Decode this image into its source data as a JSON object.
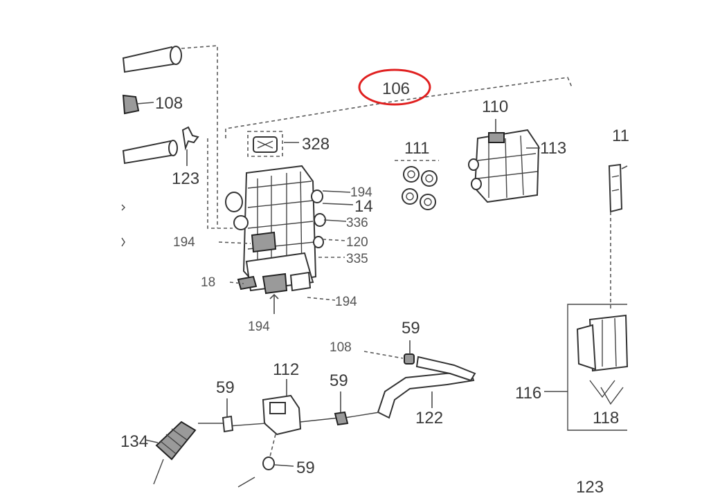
{
  "diagram": {
    "highlight_color": "#e02020",
    "ink_color": "#333333",
    "highlighted_label_index": 0,
    "labels": [
      "106",
      "108",
      "123",
      "328",
      "111",
      "110",
      "113",
      "14",
      "336",
      "120",
      "335",
      "194",
      "194",
      "18",
      "194",
      "194",
      "59",
      "108",
      "112",
      "59",
      "59",
      "122",
      "59",
      "134",
      "116",
      "118",
      "11",
      "123"
    ]
  }
}
